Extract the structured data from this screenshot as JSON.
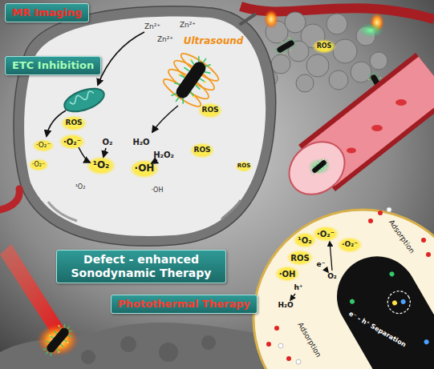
{
  "diagram": {
    "nodes": [
      {
        "text": [
          "MR Imaging"
        ]
      },
      {
        "text": [
          "ETC Inhibition"
        ]
      },
      {
        "text": [
          "Defect - enhanced Sonodynamic Therapy"
        ]
      },
      {
        "text": [
          "Photothermal Therapy"
        ]
      }
    ],
    "labels": [
      "Zn²⁺",
      "Zn²⁺",
      "Zn²⁺",
      "Ultrasound",
      "ROS",
      "·O₂⁻",
      "·O₂⁻",
      "O₂",
      "·O₂⁻",
      "¹O₂",
      "¹O₂",
      "H₂O",
      "H₂O₂",
      "·OH",
      "·OH",
      "ROS",
      "ROS",
      "ROS",
      "ROS",
      "¹O₂",
      "·O₂⁻",
      "·O₂⁻",
      "ROS",
      "·OH",
      "e⁻",
      "O₂",
      "h⁺",
      "H₂O",
      "Adsorption",
      "Adsorption",
      "e⁻ - h⁺ Separation"
    ]
  }
}
